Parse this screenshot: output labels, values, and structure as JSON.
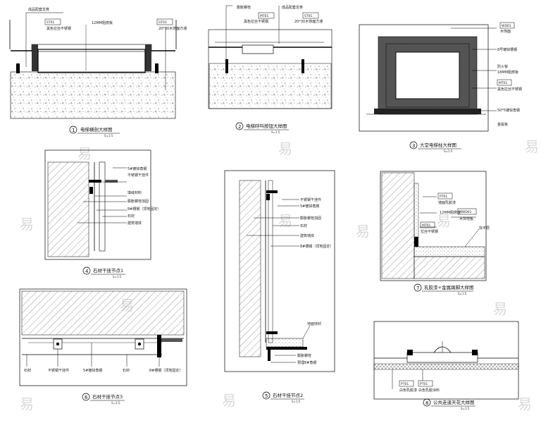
{
  "watermark": "易",
  "detail1": {
    "number": "1",
    "title": "电梯横剖大样图",
    "scale": "S=1:5",
    "labels": [
      "成品配套龙骨",
      "ST01",
      "黑色拉丝不锈钢",
      "12MM阻燃板",
      "GT01",
      "20*30木饰面方通"
    ]
  },
  "detail2": {
    "number": "2",
    "title": "电梯呼叫按钮大样图",
    "scale": "S=1:5",
    "labels": [
      "膨胀螺栓",
      "成品配套龙骨",
      "MT01",
      "黑色拉丝不锈钢",
      "ST01",
      "20*30木饰面方通"
    ]
  },
  "detail3": {
    "number": "3",
    "title": "大堂电梯柱大样图",
    "scale": "S=1:5",
    "labels": [
      "WD01",
      "木饰面",
      "8号镀锌槽钢",
      "防火板",
      "18MM阻燃板",
      "MT01",
      "黑色拉丝不锈钢",
      "50*5镀锌角钢",
      "金属板"
    ]
  },
  "detail4": {
    "number": "4",
    "title": "石材干挂节点1",
    "scale": "S=1:5",
    "labels": [
      "5#镀锌角钢",
      "不锈钢干挂件",
      "填缝材料",
      "膨胀螺栓加固",
      "8#槽钢（顶地固定）",
      "石材",
      "建筑墙体"
    ]
  },
  "detail5": {
    "number": "5",
    "title": "石材干挂节点2",
    "scale": "S=1:5",
    "labels": [
      "不锈钢干挂件",
      "5#镀锌角钢",
      "膨胀螺栓加固",
      "石材",
      "建筑墙体",
      "8#槽钢（顶地固定）",
      "地面饰材",
      "膨胀螺栓",
      "预埋8#角钢"
    ]
  },
  "detail6": {
    "number": "6",
    "title": "石材干挂节点3",
    "scale": "S=1:5",
    "labels": [
      "石材",
      "不锈钢干挂件",
      "5#镀锌角钢",
      "石材",
      "8#槽钢（顶地固定）"
    ]
  },
  "detail7": {
    "number": "7",
    "title": "乳胶漆+金属踢脚大样图",
    "scale": "S=1:5",
    "labels": [
      "PT01",
      "墙面乳胶漆",
      "12MM阻燃板",
      "MT01",
      "拉丝不锈钢",
      "MWD01",
      "木饰地板",
      "找平层"
    ]
  },
  "detail8": {
    "number": "8",
    "title": "公共走道天花大样图",
    "scale": "S=1:5",
    "labels": [
      "PT01",
      "白色乳胶漆",
      "PT01",
      "白色乳胶涂料"
    ]
  }
}
